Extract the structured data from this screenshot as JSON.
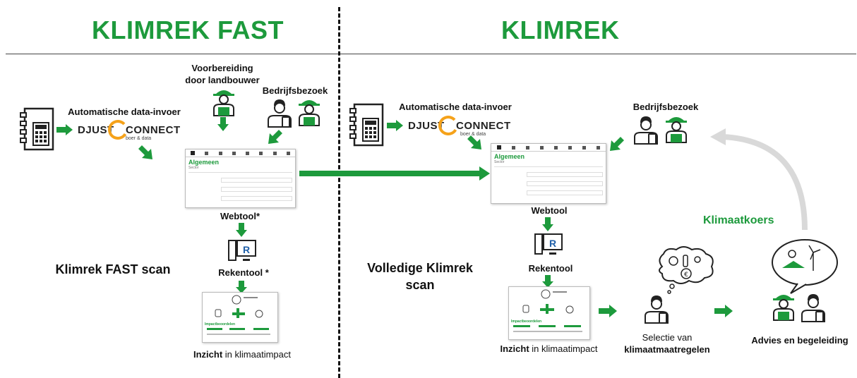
{
  "titles": {
    "left": "KLIMREK FAST",
    "right": "KLIMREK"
  },
  "labels": {
    "voorbereiding": "Voorbereiding",
    "door_landbouwer": "door landbouwer",
    "bedrijfsbezoek_left": "Bedrijfsbezoek",
    "auto_data_left": "Automatische data-invoer",
    "webtool_left": "Webtool*",
    "rekentool_left": "Rekentool *",
    "fast_scan": "Klimrek FAST scan",
    "inzicht_left_bold": "Inzicht",
    "inzicht_left_rest": " in klimaatimpact",
    "auto_data_right": "Automatische data-invoer",
    "bedrijfsbezoek_right": "Bedrijfsbezoek",
    "webtool_right": "Webtool",
    "rekentool_right": "Rekentool",
    "volledige_line1": "Volledige Klimrek",
    "volledige_line2": "scan",
    "inzicht_right_bold": "Inzicht",
    "inzicht_right_rest": " in klimaatimpact",
    "selectie_line1": "Selectie van",
    "selectie_line2": "klimaatmaatregelen",
    "advies": "Advies en begeleiding",
    "klimaatkoers": "Klimaatkoers"
  },
  "logo": {
    "left_part": "JUST",
    "right_part": "ONNECT",
    "tagline": "boer & data",
    "prefix": "D",
    "ring_letter": "C"
  },
  "webtool_card": {
    "heading": "Algemeen",
    "sub": "Sector"
  },
  "impact_card": {
    "heading": "Impactbeoordelen"
  },
  "colors": {
    "green": "#1d9a3c",
    "grey_arrow": "#d9d9d9",
    "text": "#111111"
  }
}
